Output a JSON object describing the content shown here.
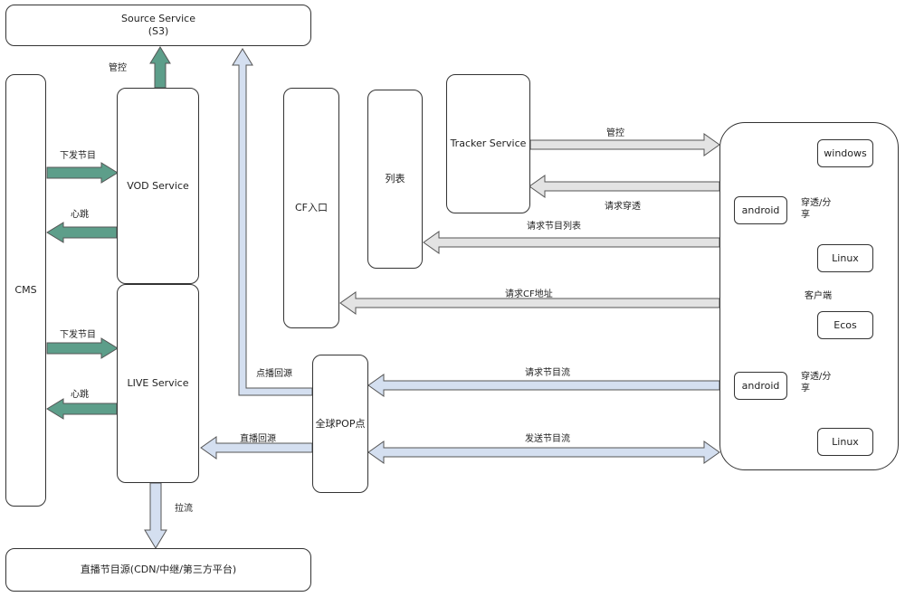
{
  "colors": {
    "green": "#5d9e8a",
    "blue": "#d4dff0",
    "gray": "#e3e3e3",
    "stroke": "#555555"
  },
  "nodes": {
    "source": {
      "line1": "Source Service",
      "line2": "(S3)"
    },
    "cms": "CMS",
    "vod": "VOD Service",
    "live": "LIVE Service",
    "cf": "CF入口",
    "list": "列表",
    "tracker": "Tracker Service",
    "pop": "全球POP点",
    "live_source": "直播节目源(CDN/中继/第三方平台)",
    "client": {
      "label": "客户端",
      "windows": "windows",
      "android_top": "android",
      "linux_top": "Linux",
      "share_top": "穿透/分享",
      "ecos": "Ecos",
      "android_bottom": "android",
      "linux_bottom": "Linux",
      "share_bottom": "穿透/分享"
    }
  },
  "edges": {
    "manage_source": "管控",
    "vod_issue": "下发节目",
    "vod_heartbeat": "心跳",
    "live_issue": "下发节目",
    "live_heartbeat": "心跳",
    "pull_stream": "拉流",
    "vod_backsource": "点播回源",
    "live_backsource": "直播回源",
    "tracker_manage": "管控",
    "request_penetrate": "请求穿透",
    "request_list": "请求节目列表",
    "request_cf": "请求CF地址",
    "request_stream": "请求节目流",
    "send_stream": "发送节目流"
  }
}
